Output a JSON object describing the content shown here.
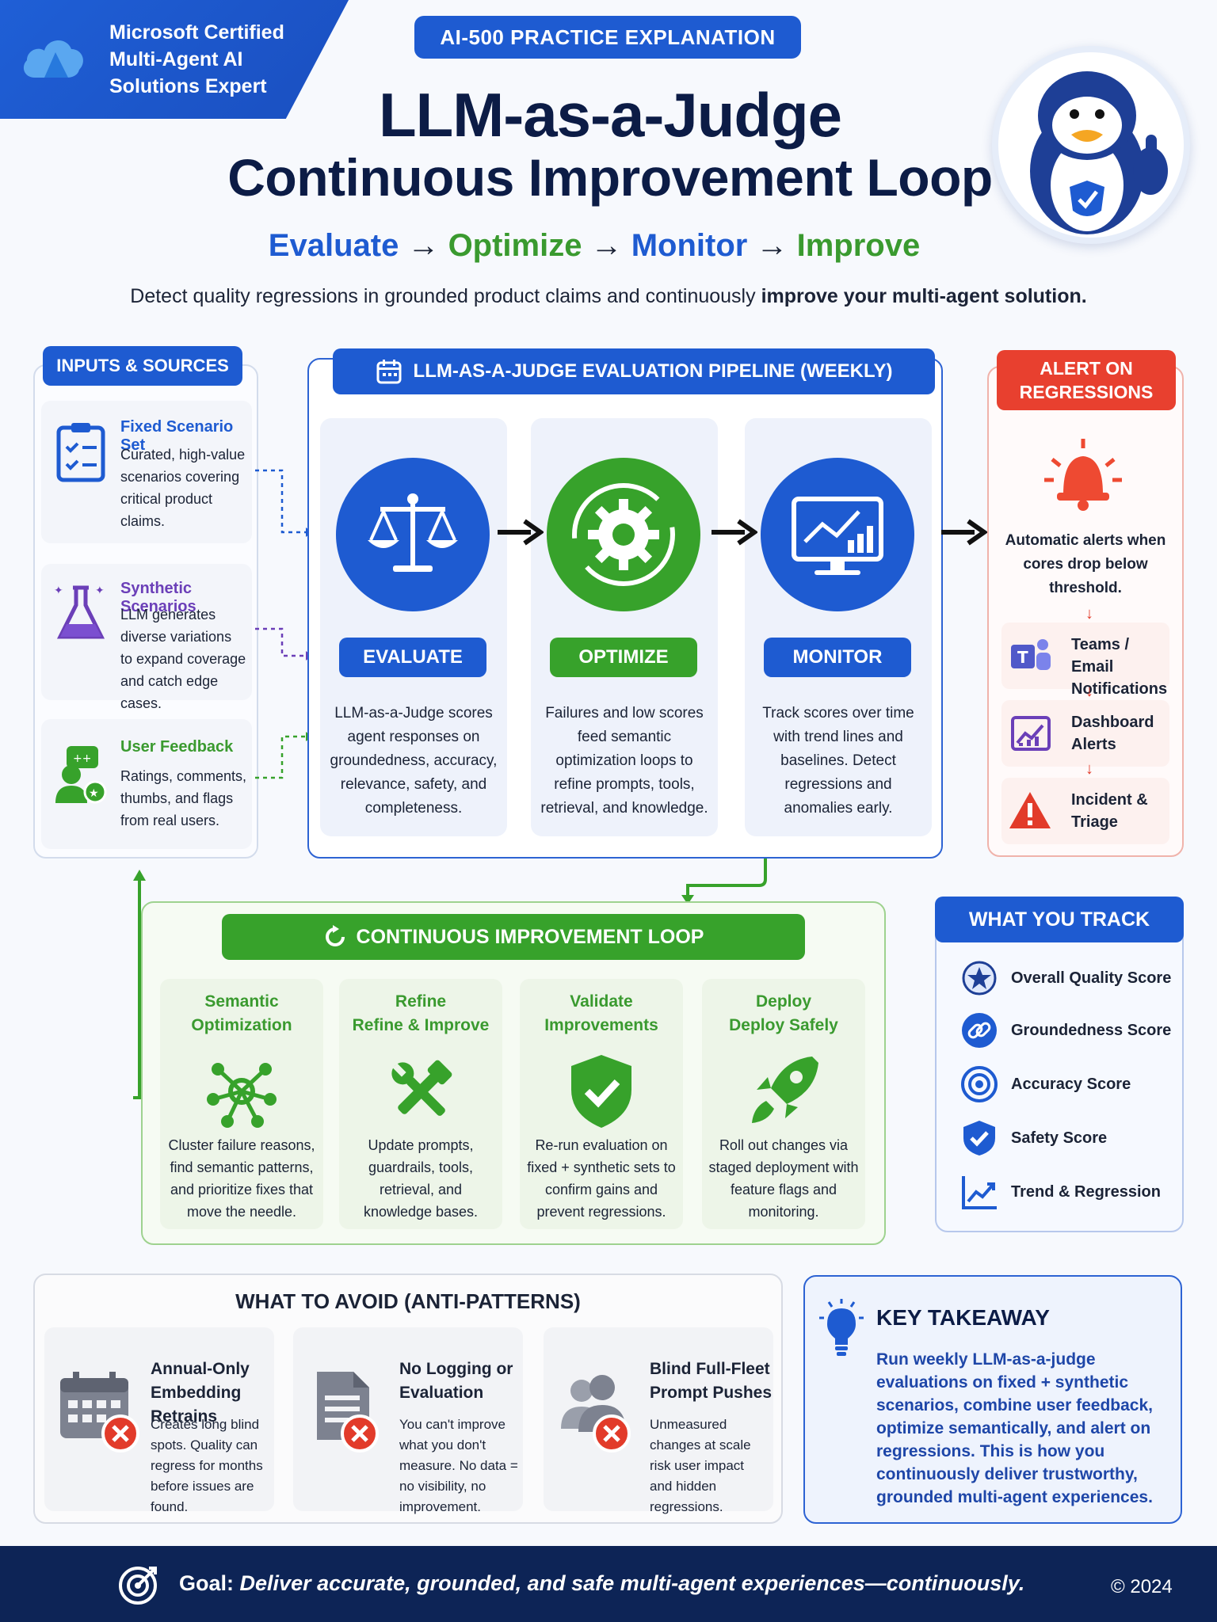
{
  "header": {
    "cert_badge": [
      "Microsoft Certified",
      "Multi-Agent AI",
      "Solutions Expert"
    ],
    "pill": "AI-500 PRACTICE EXPLANATION",
    "title_line1": "LLM-as-a-Judge",
    "title_line2": "Continuous Improvement Loop",
    "steps": [
      "Evaluate",
      "Optimize",
      "Monitor",
      "Improve"
    ],
    "arrow": "→",
    "subtitle_plain": "Detect quality regressions in grounded product claims and continuously ",
    "subtitle_bold": "improve your multi-agent solution."
  },
  "inputs": {
    "title": "INPUTS & SOURCES",
    "items": [
      {
        "title": "Fixed Scenario Set",
        "desc": "Curated, high-value scenarios covering critical product claims.",
        "icon": "clipboard-checklist-icon",
        "color": "#1e5bd1"
      },
      {
        "title": "Synthetic Scenarios",
        "desc": "LLM generates diverse variations to expand coverage and catch edge cases.",
        "icon": "flask-icon",
        "color": "#6b3fb8"
      },
      {
        "title": "User Feedback",
        "desc": "Ratings, comments, thumbs, and flags from real users.",
        "icon": "user-feedback-icon",
        "color": "#3a9a2f"
      }
    ]
  },
  "pipeline": {
    "title": "LLM-AS-A-JUDGE EVALUATION PIPELINE (WEEKLY)",
    "stages": [
      {
        "label": "EVALUATE",
        "desc": "LLM-as-a-Judge scores agent responses on groundedness, accuracy, relevance, safety, and completeness.",
        "icon": "scales-icon",
        "color": "#1e5bd1"
      },
      {
        "label": "OPTIMIZE",
        "desc": "Failures and low scores feed semantic optimization loops to refine prompts, tools, retrieval, and knowledge.",
        "icon": "gear-cycle-icon",
        "color": "#37a22b"
      },
      {
        "label": "MONITOR",
        "desc": "Track scores over time with trend lines and baselines. Detect regressions and anomalies early.",
        "icon": "monitor-chart-icon",
        "color": "#1e5bd1"
      }
    ]
  },
  "alerts": {
    "title": "ALERT ON REGRESSIONS",
    "description": "Automatic alerts when cores drop below threshold.",
    "items": [
      {
        "label": "Teams / Email Notifications",
        "icon": "teams-icon"
      },
      {
        "label": "Dashboard Alerts",
        "icon": "dashboard-icon"
      },
      {
        "label": "Incident & Triage",
        "icon": "warning-icon"
      }
    ]
  },
  "loop": {
    "title": "CONTINUOUS IMPROVEMENT LOOP",
    "steps": [
      {
        "title": "Semantic Optimization",
        "desc": "Cluster failure reasons, find semantic patterns, and prioritize fixes that move the needle.",
        "icon": "network-icon"
      },
      {
        "title": "Refine & Improve",
        "desc": "Update prompts, guardrails, tools, retrieval, and knowledge bases.",
        "icon": "tools-icon"
      },
      {
        "title": "Validate Improvements",
        "desc": "Re-run evaluation on fixed + synthetic sets to confirm gains and prevent regressions.",
        "icon": "shield-check-icon"
      },
      {
        "title": "Deploy Safely",
        "desc": "Roll out changes via staged deployment with feature flags and monitoring.",
        "icon": "rocket-icon"
      }
    ]
  },
  "track": {
    "title": "WHAT YOU TRACK",
    "items": [
      {
        "label": "Overall Quality Score",
        "icon": "star-badge-icon"
      },
      {
        "label": "Groundedness Score",
        "icon": "link-icon"
      },
      {
        "label": "Accuracy Score",
        "icon": "target-icon"
      },
      {
        "label": "Safety Score",
        "icon": "shield-icon"
      },
      {
        "label": "Trend & Regression",
        "icon": "trend-icon"
      }
    ]
  },
  "avoid": {
    "title": "WHAT TO AVOID (ANTI-PATTERNS)",
    "items": [
      {
        "title": "Annual-Only Embedding Retrains",
        "desc": "Creates long blind spots. Quality can regress for months before issues are found.",
        "icon": "calendar-x-icon"
      },
      {
        "title": "No Logging or Evaluation",
        "desc": "You can't improve what you don't measure. No data = no visibility, no improvement.",
        "icon": "document-x-icon"
      },
      {
        "title": "Blind Full-Fleet Prompt Pushes",
        "desc": "Unmeasured changes at scale risk user impact and hidden regressions.",
        "icon": "users-x-icon"
      }
    ]
  },
  "takeaway": {
    "title": "KEY TAKEAWAY",
    "text": "Run weekly LLM-as-a-judge evaluations on fixed + synthetic scenarios, combine user feedback, optimize semantically, and alert on regressions. This is how you continuously deliver trustworthy, grounded multi-agent experiences."
  },
  "footer": {
    "goal_label": "Goal:",
    "goal_text": "Deliver accurate, grounded, and safe multi-agent experiences—continuously.",
    "copyright": "© 2024"
  }
}
